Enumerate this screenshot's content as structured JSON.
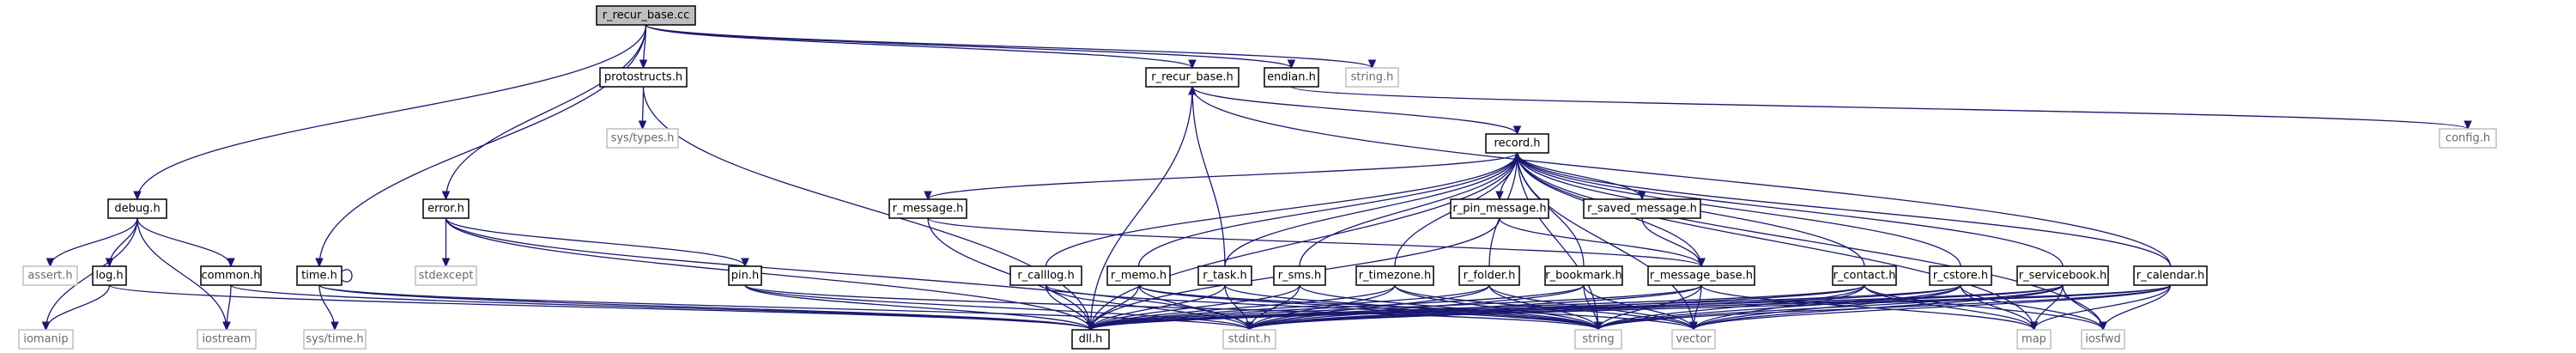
{
  "diagram": {
    "nodes": [
      {
        "id": "r_recur_base_cc",
        "label": "r_recur_base.cc",
        "kind": "root"
      },
      {
        "id": "protostructs_h",
        "label": "protostructs.h",
        "kind": "normal"
      },
      {
        "id": "r_recur_base_h",
        "label": "r_recur_base.h",
        "kind": "normal"
      },
      {
        "id": "endian_h",
        "label": "endian.h",
        "kind": "normal"
      },
      {
        "id": "string_h",
        "label": "string.h",
        "kind": "gray"
      },
      {
        "id": "config_h",
        "label": "config.h",
        "kind": "gray"
      },
      {
        "id": "sys_types_h",
        "label": "sys/types.h",
        "kind": "gray"
      },
      {
        "id": "record_h",
        "label": "record.h",
        "kind": "normal"
      },
      {
        "id": "debug_h",
        "label": "debug.h",
        "kind": "normal"
      },
      {
        "id": "error_h",
        "label": "error.h",
        "kind": "normal"
      },
      {
        "id": "r_message_h",
        "label": "r_message.h",
        "kind": "normal"
      },
      {
        "id": "r_pin_message_h",
        "label": "r_pin_message.h",
        "kind": "normal"
      },
      {
        "id": "r_saved_message_h",
        "label": "r_saved_message.h",
        "kind": "normal"
      },
      {
        "id": "assert_h",
        "label": "assert.h",
        "kind": "gray"
      },
      {
        "id": "log_h",
        "label": "log.h",
        "kind": "normal"
      },
      {
        "id": "common_h",
        "label": "common.h",
        "kind": "normal"
      },
      {
        "id": "time_h",
        "label": "time.h",
        "kind": "normal"
      },
      {
        "id": "stdexcept",
        "label": "stdexcept",
        "kind": "gray"
      },
      {
        "id": "pin_h",
        "label": "pin.h",
        "kind": "normal"
      },
      {
        "id": "r_calllog_h",
        "label": "r_calllog.h",
        "kind": "normal"
      },
      {
        "id": "r_memo_h",
        "label": "r_memo.h",
        "kind": "normal"
      },
      {
        "id": "r_task_h",
        "label": "r_task.h",
        "kind": "normal"
      },
      {
        "id": "r_sms_h",
        "label": "r_sms.h",
        "kind": "normal"
      },
      {
        "id": "r_timezone_h",
        "label": "r_timezone.h",
        "kind": "normal"
      },
      {
        "id": "r_folder_h",
        "label": "r_folder.h",
        "kind": "normal"
      },
      {
        "id": "r_bookmark_h",
        "label": "r_bookmark.h",
        "kind": "normal"
      },
      {
        "id": "r_message_base_h",
        "label": "r_message_base.h",
        "kind": "normal"
      },
      {
        "id": "r_contact_h",
        "label": "r_contact.h",
        "kind": "normal"
      },
      {
        "id": "r_cstore_h",
        "label": "r_cstore.h",
        "kind": "normal"
      },
      {
        "id": "r_servicebook_h",
        "label": "r_servicebook.h",
        "kind": "normal"
      },
      {
        "id": "r_calendar_h",
        "label": "r_calendar.h",
        "kind": "normal"
      },
      {
        "id": "iomanip",
        "label": "iomanip",
        "kind": "gray"
      },
      {
        "id": "iostream",
        "label": "iostream",
        "kind": "gray"
      },
      {
        "id": "sys_time_h",
        "label": "sys/time.h",
        "kind": "gray"
      },
      {
        "id": "dll_h",
        "label": "dll.h",
        "kind": "normal"
      },
      {
        "id": "stdint_h",
        "label": "stdint.h",
        "kind": "gray"
      },
      {
        "id": "string",
        "label": "string",
        "kind": "gray"
      },
      {
        "id": "vector",
        "label": "vector",
        "kind": "gray"
      },
      {
        "id": "map",
        "label": "map",
        "kind": "gray"
      },
      {
        "id": "iosfwd",
        "label": "iosfwd",
        "kind": "gray"
      }
    ],
    "edges": [
      [
        "r_recur_base_cc",
        "protostructs_h"
      ],
      [
        "r_recur_base_cc",
        "r_recur_base_h"
      ],
      [
        "r_recur_base_cc",
        "endian_h"
      ],
      [
        "r_recur_base_cc",
        "string_h"
      ],
      [
        "r_recur_base_cc",
        "debug_h"
      ],
      [
        "r_recur_base_cc",
        "error_h"
      ],
      [
        "r_recur_base_cc",
        "time_h"
      ],
      [
        "protostructs_h",
        "sys_types_h"
      ],
      [
        "protostructs_h",
        "dll_h"
      ],
      [
        "r_recur_base_h",
        "dll_h"
      ],
      [
        "r_recur_base_h",
        "record_h"
      ],
      [
        "endian_h",
        "config_h"
      ],
      [
        "debug_h",
        "assert_h"
      ],
      [
        "debug_h",
        "log_h"
      ],
      [
        "debug_h",
        "common_h"
      ],
      [
        "debug_h",
        "iomanip"
      ],
      [
        "debug_h",
        "iostream"
      ],
      [
        "log_h",
        "iomanip"
      ],
      [
        "log_h",
        "dll_h"
      ],
      [
        "common_h",
        "iostream"
      ],
      [
        "common_h",
        "dll_h"
      ],
      [
        "time_h",
        "sys_time_h"
      ],
      [
        "time_h",
        "dll_h"
      ],
      [
        "time_h",
        "stdint_h"
      ],
      [
        "error_h",
        "stdexcept"
      ],
      [
        "error_h",
        "pin_h"
      ],
      [
        "error_h",
        "dll_h"
      ],
      [
        "error_h",
        "stdint_h"
      ],
      [
        "pin_h",
        "dll_h"
      ],
      [
        "pin_h",
        "stdint_h"
      ],
      [
        "pin_h",
        "string"
      ],
      [
        "record_h",
        "dll_h"
      ],
      [
        "record_h",
        "r_message_h"
      ],
      [
        "record_h",
        "r_pin_message_h"
      ],
      [
        "record_h",
        "r_saved_message_h"
      ],
      [
        "record_h",
        "string"
      ],
      [
        "record_h",
        "vector"
      ],
      [
        "record_h",
        "map"
      ],
      [
        "record_h",
        "iosfwd"
      ],
      [
        "r_message_h",
        "r_message_base_h"
      ],
      [
        "r_message_h",
        "dll_h"
      ],
      [
        "r_pin_message_h",
        "r_message_base_h"
      ],
      [
        "r_pin_message_h",
        "dll_h"
      ],
      [
        "r_saved_message_h",
        "r_message_base_h"
      ],
      [
        "r_message_base_h",
        "record_h"
      ],
      [
        "r_message_base_h",
        "dll_h"
      ],
      [
        "r_message_base_h",
        "stdint_h"
      ],
      [
        "r_message_base_h",
        "string"
      ],
      [
        "r_message_base_h",
        "vector"
      ],
      [
        "r_message_base_h",
        "map"
      ],
      [
        "r_calllog_h",
        "record_h"
      ],
      [
        "r_calllog_h",
        "dll_h"
      ],
      [
        "r_calllog_h",
        "stdint_h"
      ],
      [
        "r_calllog_h",
        "string"
      ],
      [
        "r_memo_h",
        "record_h"
      ],
      [
        "r_memo_h",
        "dll_h"
      ],
      [
        "r_memo_h",
        "stdint_h"
      ],
      [
        "r_memo_h",
        "string"
      ],
      [
        "r_memo_h",
        "vector"
      ],
      [
        "r_task_h",
        "r_recur_base_h"
      ],
      [
        "r_task_h",
        "record_h"
      ],
      [
        "r_task_h",
        "dll_h"
      ],
      [
        "r_task_h",
        "stdint_h"
      ],
      [
        "r_task_h",
        "string"
      ],
      [
        "r_sms_h",
        "record_h"
      ],
      [
        "r_sms_h",
        "dll_h"
      ],
      [
        "r_sms_h",
        "stdint_h"
      ],
      [
        "r_sms_h",
        "string"
      ],
      [
        "r_timezone_h",
        "record_h"
      ],
      [
        "r_timezone_h",
        "dll_h"
      ],
      [
        "r_timezone_h",
        "stdint_h"
      ],
      [
        "r_timezone_h",
        "string"
      ],
      [
        "r_timezone_h",
        "vector"
      ],
      [
        "r_folder_h",
        "record_h"
      ],
      [
        "r_folder_h",
        "dll_h"
      ],
      [
        "r_folder_h",
        "stdint_h"
      ],
      [
        "r_folder_h",
        "string"
      ],
      [
        "r_folder_h",
        "vector"
      ],
      [
        "r_bookmark_h",
        "record_h"
      ],
      [
        "r_bookmark_h",
        "dll_h"
      ],
      [
        "r_bookmark_h",
        "stdint_h"
      ],
      [
        "r_bookmark_h",
        "string"
      ],
      [
        "r_bookmark_h",
        "vector"
      ],
      [
        "r_contact_h",
        "record_h"
      ],
      [
        "r_contact_h",
        "dll_h"
      ],
      [
        "r_contact_h",
        "stdint_h"
      ],
      [
        "r_contact_h",
        "string"
      ],
      [
        "r_contact_h",
        "vector"
      ],
      [
        "r_contact_h",
        "map"
      ],
      [
        "r_contact_h",
        "iosfwd"
      ],
      [
        "r_cstore_h",
        "record_h"
      ],
      [
        "r_cstore_h",
        "dll_h"
      ],
      [
        "r_cstore_h",
        "stdint_h"
      ],
      [
        "r_cstore_h",
        "string"
      ],
      [
        "r_cstore_h",
        "vector"
      ],
      [
        "r_cstore_h",
        "map"
      ],
      [
        "r_cstore_h",
        "iosfwd"
      ],
      [
        "r_servicebook_h",
        "record_h"
      ],
      [
        "r_servicebook_h",
        "dll_h"
      ],
      [
        "r_servicebook_h",
        "stdint_h"
      ],
      [
        "r_servicebook_h",
        "string"
      ],
      [
        "r_servicebook_h",
        "vector"
      ],
      [
        "r_servicebook_h",
        "map"
      ],
      [
        "r_servicebook_h",
        "iosfwd"
      ],
      [
        "r_calendar_h",
        "r_recur_base_h"
      ],
      [
        "r_calendar_h",
        "record_h"
      ],
      [
        "r_calendar_h",
        "dll_h"
      ],
      [
        "r_calendar_h",
        "stdint_h"
      ],
      [
        "r_calendar_h",
        "string"
      ],
      [
        "r_calendar_h",
        "vector"
      ],
      [
        "r_calendar_h",
        "map"
      ],
      [
        "r_calendar_h",
        "iosfwd"
      ]
    ]
  }
}
